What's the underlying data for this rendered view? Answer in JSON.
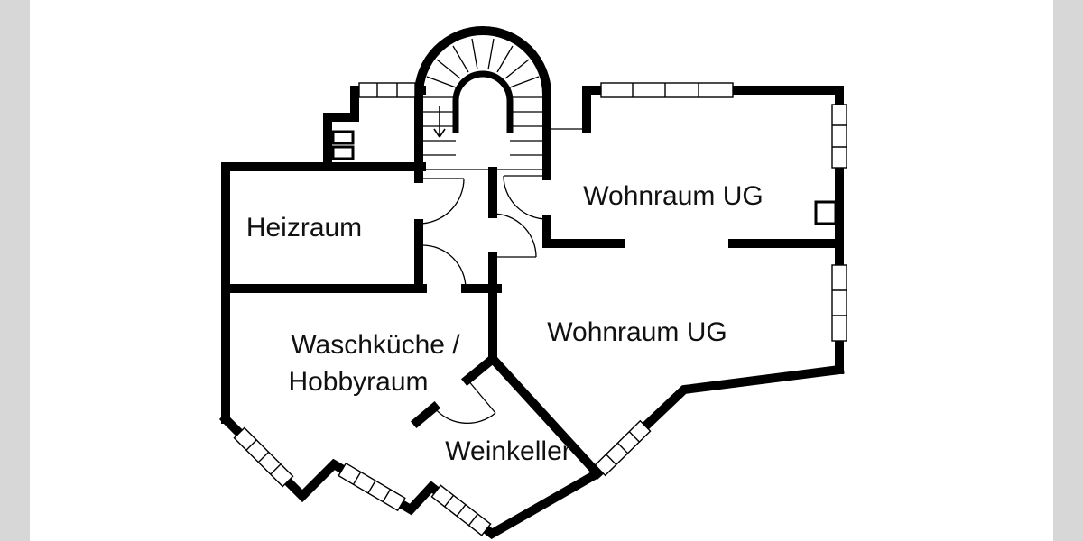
{
  "colors": {
    "background": "#ffffff",
    "walls": "#000000",
    "thin_lines": "#000000",
    "matte_edges": "#d7d7d7",
    "text": "#111111"
  },
  "rooms": {
    "heizraum": {
      "label": "Heizraum"
    },
    "waschkueche": {
      "line1": "Waschküche /",
      "line2": "Hobbyraum"
    },
    "weinkeller": {
      "label": "Weinkeller"
    },
    "wohnraum_top": {
      "label": "Wohnraum UG"
    },
    "wohnraum_bottom": {
      "label": "Wohnraum UG"
    }
  },
  "features": {
    "stair_arrow_direction": "down"
  }
}
